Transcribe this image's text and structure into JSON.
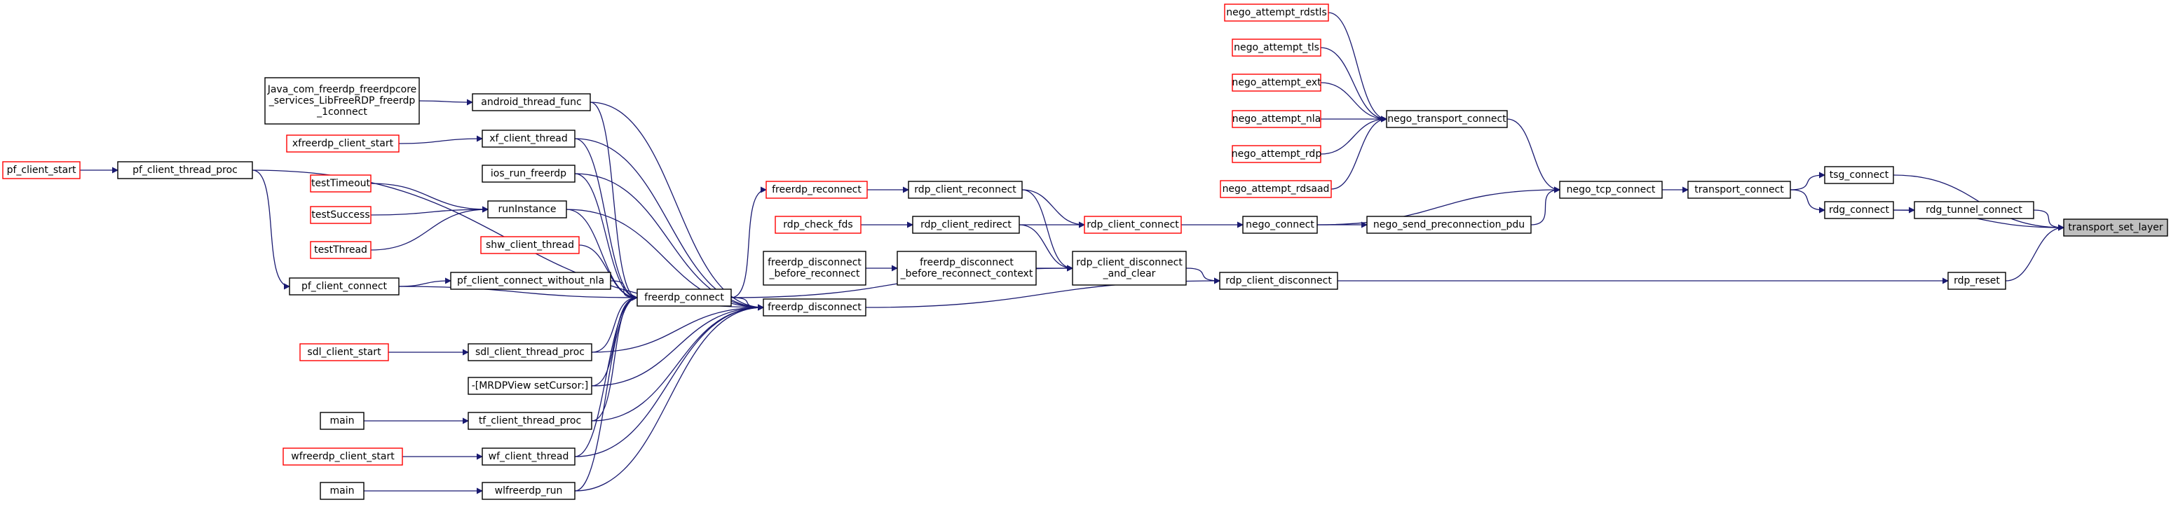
{
  "colors": {
    "edge": "#191970",
    "border_black": "#000000",
    "border_red": "#ff0000",
    "highlight_fill": "#bfbfbf",
    "fill": "#ffffff"
  },
  "nodes": [
    {
      "id": "n1",
      "lines": [
        "nego_attempt_rdstls"
      ],
      "border": "red"
    },
    {
      "id": "n2",
      "lines": [
        "nego_attempt_tls"
      ],
      "border": "red"
    },
    {
      "id": "n3",
      "lines": [
        "nego_attempt_ext"
      ],
      "border": "red"
    },
    {
      "id": "n4",
      "lines": [
        "nego_attempt_nla"
      ],
      "border": "red"
    },
    {
      "id": "n5",
      "lines": [
        "nego_attempt_rdp"
      ],
      "border": "red"
    },
    {
      "id": "n6",
      "lines": [
        "nego_attempt_rdsaad"
      ],
      "border": "red"
    },
    {
      "id": "n7",
      "lines": [
        "nego_transport_connect"
      ],
      "border": "black"
    },
    {
      "id": "n8",
      "lines": [
        "nego_tcp_connect"
      ],
      "border": "black"
    },
    {
      "id": "n9",
      "lines": [
        "transport_connect"
      ],
      "border": "black"
    },
    {
      "id": "n10",
      "lines": [
        "tsg_connect"
      ],
      "border": "black"
    },
    {
      "id": "n11",
      "lines": [
        "rdg_connect"
      ],
      "border": "black"
    },
    {
      "id": "n12",
      "lines": [
        "rdg_tunnel_connect"
      ],
      "border": "black"
    },
    {
      "id": "n13",
      "lines": [
        "transport_set_layer"
      ],
      "border": "black",
      "highlight": true
    },
    {
      "id": "n14",
      "lines": [
        "rdp_reset"
      ],
      "border": "black"
    },
    {
      "id": "n15",
      "lines": [
        "nego_connect"
      ],
      "border": "black"
    },
    {
      "id": "n16",
      "lines": [
        "nego_send_preconnection_pdu"
      ],
      "border": "black"
    },
    {
      "id": "n17",
      "lines": [
        "rdp_client_connect"
      ],
      "border": "red"
    },
    {
      "id": "n18",
      "lines": [
        "rdp_client_disconnect"
      ],
      "border": "black"
    },
    {
      "id": "n19",
      "lines": [
        "rdp_client_reconnect"
      ],
      "border": "black"
    },
    {
      "id": "n20",
      "lines": [
        "rdp_client_redirect"
      ],
      "border": "black"
    },
    {
      "id": "n21",
      "lines": [
        "rdp_client_disconnect",
        "_and_clear"
      ],
      "border": "black"
    },
    {
      "id": "n22",
      "lines": [
        "freerdp_reconnect"
      ],
      "border": "red"
    },
    {
      "id": "n23",
      "lines": [
        "rdp_check_fds"
      ],
      "border": "red"
    },
    {
      "id": "n24",
      "lines": [
        "freerdp_disconnect",
        "_before_reconnect"
      ],
      "border": "black"
    },
    {
      "id": "n25",
      "lines": [
        "freerdp_disconnect",
        "_before_reconnect_context"
      ],
      "border": "black"
    },
    {
      "id": "n26",
      "lines": [
        "freerdp_disconnect"
      ],
      "border": "black"
    },
    {
      "id": "n27",
      "lines": [
        "freerdp_connect"
      ],
      "border": "black"
    },
    {
      "id": "n28",
      "lines": [
        "Java_com_freerdp_freerdpcore",
        "_services_LibFreeRDP_freerdp",
        "_1connect"
      ],
      "border": "black"
    },
    {
      "id": "n29",
      "lines": [
        "android_thread_func"
      ],
      "border": "black"
    },
    {
      "id": "n30",
      "lines": [
        "xfreerdp_client_start"
      ],
      "border": "red"
    },
    {
      "id": "n31",
      "lines": [
        "xf_client_thread"
      ],
      "border": "black"
    },
    {
      "id": "n32",
      "lines": [
        "ios_run_freerdp"
      ],
      "border": "black"
    },
    {
      "id": "n33",
      "lines": [
        "testTimeout"
      ],
      "border": "red"
    },
    {
      "id": "n34",
      "lines": [
        "testSuccess"
      ],
      "border": "red"
    },
    {
      "id": "n35",
      "lines": [
        "testThread"
      ],
      "border": "red"
    },
    {
      "id": "n36",
      "lines": [
        "runInstance"
      ],
      "border": "black"
    },
    {
      "id": "n37",
      "lines": [
        "shw_client_thread"
      ],
      "border": "red"
    },
    {
      "id": "n38",
      "lines": [
        "pf_client_start"
      ],
      "border": "red"
    },
    {
      "id": "n39",
      "lines": [
        "pf_client_thread_proc"
      ],
      "border": "black"
    },
    {
      "id": "n40",
      "lines": [
        "pf_client_connect"
      ],
      "border": "black"
    },
    {
      "id": "n41",
      "lines": [
        "pf_client_connect_without_nla"
      ],
      "border": "black"
    },
    {
      "id": "n42",
      "lines": [
        "sdl_client_start"
      ],
      "border": "red"
    },
    {
      "id": "n43",
      "lines": [
        "sdl_client_thread_proc"
      ],
      "border": "black"
    },
    {
      "id": "n44",
      "lines": [
        "-[MRDPView setCursor:]"
      ],
      "border": "black"
    },
    {
      "id": "n45",
      "lines": [
        "main"
      ],
      "border": "black"
    },
    {
      "id": "n46",
      "lines": [
        "tf_client_thread_proc"
      ],
      "border": "black"
    },
    {
      "id": "n47",
      "lines": [
        "wfreerdp_client_start"
      ],
      "border": "red"
    },
    {
      "id": "n48",
      "lines": [
        "wf_client_thread"
      ],
      "border": "black"
    },
    {
      "id": "n49",
      "lines": [
        "main"
      ],
      "border": "black"
    },
    {
      "id": "n50",
      "lines": [
        "wlfreerdp_run"
      ],
      "border": "black"
    }
  ],
  "edges": [
    [
      "n1",
      "n7"
    ],
    [
      "n2",
      "n7"
    ],
    [
      "n3",
      "n7"
    ],
    [
      "n4",
      "n7"
    ],
    [
      "n5",
      "n7"
    ],
    [
      "n6",
      "n7"
    ],
    [
      "n7",
      "n8"
    ],
    [
      "n16",
      "n8"
    ],
    [
      "n15",
      "n8"
    ],
    [
      "n8",
      "n9"
    ],
    [
      "n9",
      "n10"
    ],
    [
      "n9",
      "n11"
    ],
    [
      "n11",
      "n12"
    ],
    [
      "n10",
      "n13"
    ],
    [
      "n12",
      "n13"
    ],
    [
      "n11",
      "n13"
    ],
    [
      "n14",
      "n13"
    ],
    [
      "n18",
      "n14"
    ],
    [
      "n17",
      "n15"
    ],
    [
      "n15",
      "n16"
    ],
    [
      "n19",
      "n17"
    ],
    [
      "n20",
      "n17"
    ],
    [
      "n21",
      "n18"
    ],
    [
      "n26",
      "n18"
    ],
    [
      "n19",
      "n21"
    ],
    [
      "n20",
      "n21"
    ],
    [
      "n25",
      "n21"
    ],
    [
      "n22",
      "n19"
    ],
    [
      "n23",
      "n20"
    ],
    [
      "n24",
      "n25"
    ],
    [
      "n27",
      "n22"
    ],
    [
      "n27",
      "n26"
    ],
    [
      "n27",
      "n21"
    ],
    [
      "n28",
      "n29"
    ],
    [
      "n29",
      "n27"
    ],
    [
      "n29",
      "n26"
    ],
    [
      "n30",
      "n31"
    ],
    [
      "n31",
      "n27"
    ],
    [
      "n31",
      "n26"
    ],
    [
      "n32",
      "n27"
    ],
    [
      "n32",
      "n26"
    ],
    [
      "n33",
      "n36"
    ],
    [
      "n34",
      "n36"
    ],
    [
      "n35",
      "n36"
    ],
    [
      "n36",
      "n27"
    ],
    [
      "n36",
      "n26"
    ],
    [
      "n37",
      "n27"
    ],
    [
      "n38",
      "n39"
    ],
    [
      "n39",
      "n40"
    ],
    [
      "n39",
      "n26"
    ],
    [
      "n40",
      "n41"
    ],
    [
      "n40",
      "n27"
    ],
    [
      "n41",
      "n27"
    ],
    [
      "n42",
      "n43"
    ],
    [
      "n43",
      "n27"
    ],
    [
      "n43",
      "n26"
    ],
    [
      "n44",
      "n27"
    ],
    [
      "n44",
      "n26"
    ],
    [
      "n45",
      "n46"
    ],
    [
      "n46",
      "n27"
    ],
    [
      "n46",
      "n26"
    ],
    [
      "n47",
      "n48"
    ],
    [
      "n48",
      "n27"
    ],
    [
      "n48",
      "n26"
    ],
    [
      "n49",
      "n50"
    ],
    [
      "n50",
      "n27"
    ],
    [
      "n50",
      "n26"
    ]
  ]
}
